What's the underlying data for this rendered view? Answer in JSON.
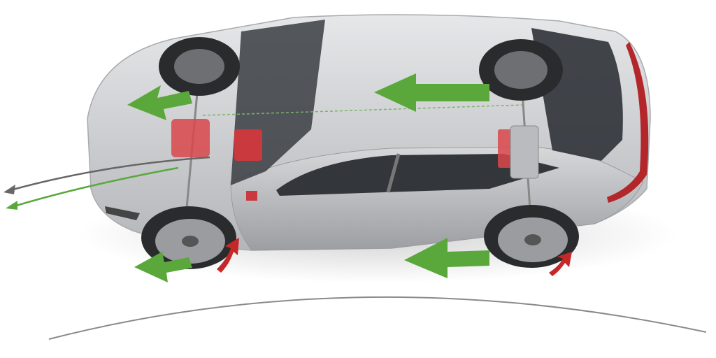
{
  "illustration": {
    "colors": {
      "background": "#ffffff",
      "body": "#c9cbcd",
      "body_light": "#e3e4e6",
      "glass": "#3a3d42",
      "tire": "#2a2b2d",
      "rim": "#9a9ca0",
      "drive_unit": "#d9474b",
      "arrow_green": "#5aa83c",
      "arrow_red": "#c62828",
      "curve": "#8a8a8a",
      "taillight": "#b3262a"
    },
    "icons": [
      "force-arrow-front-axle",
      "force-arrow-rear-axle",
      "force-arrow-front-wheel",
      "force-arrow-rear-wheel",
      "rotation-arrow-front-wheel",
      "rotation-arrow-rear-wheel",
      "trajectory-arrow-gray",
      "trajectory-arrow-green"
    ]
  }
}
